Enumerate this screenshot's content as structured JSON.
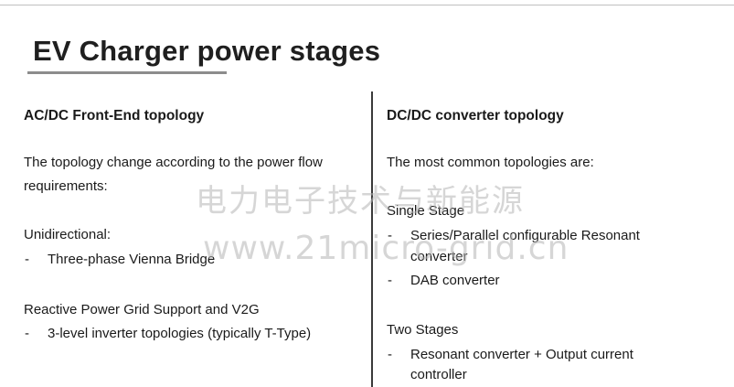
{
  "title": "EV Charger power stages",
  "left": {
    "heading": "AC/DC Front-End topology",
    "intro_line1": "The topology change according to the power flow",
    "intro_line2": "requirements:",
    "uni_label": "Unidirectional:",
    "uni_item": "Three-phase Vienna Bridge",
    "v2g_label": "Reactive Power Grid Support and V2G",
    "v2g_item": "3-level inverter topologies (typically T-Type)"
  },
  "right": {
    "heading": "DC/DC converter topology",
    "intro": "The most common topologies are:",
    "single_label": "Single Stage",
    "single_item1_line1": "Series/Parallel configurable Resonant",
    "single_item1_line2": "converter",
    "single_item2": "DAB converter",
    "two_label": "Two Stages",
    "two_item1_line1": "Resonant converter + Output current",
    "two_item1_line2": "controller"
  },
  "dash": "-",
  "watermark": {
    "cn": "电力电子技术与新能源",
    "url": "www.21micro-grid.cn"
  }
}
